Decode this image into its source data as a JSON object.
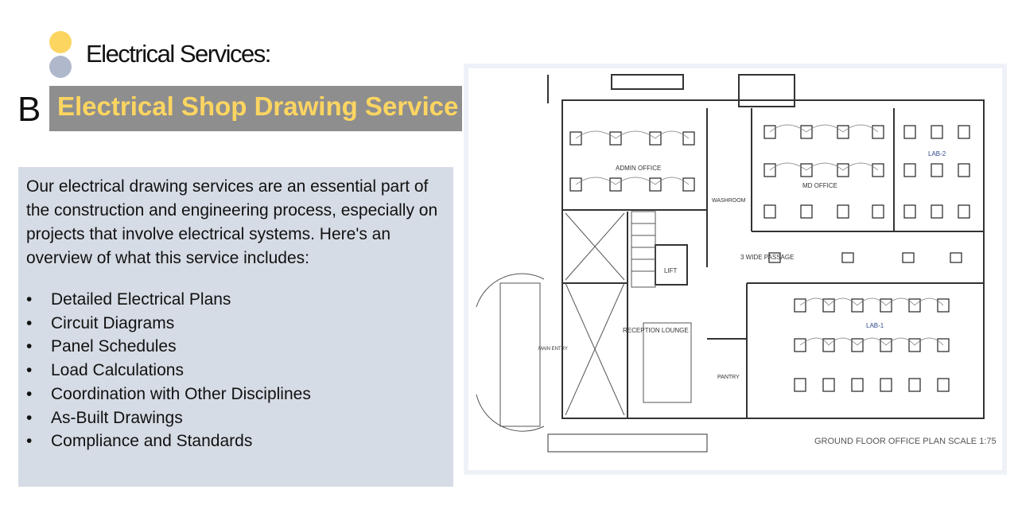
{
  "header": {
    "title": "Electrical Services:",
    "section_letter": "B",
    "banner_title": "Electrical Shop Drawing Service"
  },
  "body": {
    "intro": "Our electrical drawing services are an essential part of the construction and engineering process, especially on projects that involve electrical systems. Here's an overview of what this service includes:",
    "bullet_symbol": "•",
    "bullets": [
      "Detailed Electrical Plans",
      "Circuit Diagrams",
      "Panel Schedules",
      "Load Calculations",
      "Coordination with Other Disciplines",
      "As-Built Drawings",
      "Compliance and Standards"
    ]
  },
  "drawing": {
    "labels": {
      "admin_office": "ADMIN OFFICE",
      "md_office": "MD OFFICE",
      "lab2": "LAB-2",
      "washroom": "WASHROOM",
      "passage": "3 WIDE PASSAGE",
      "lift": "LIFT",
      "reception": "RECEPTION LOUNGE",
      "lab1": "LAB-1",
      "pantry": "PANTRY",
      "main_entry": "MAIN ENTRY",
      "plan_title": "GROUND FLOOR OFFICE PLAN   SCALE 1:75"
    }
  },
  "colors": {
    "accent_yellow": "#fcd561",
    "accent_gray_dot": "#b0b8cc",
    "banner_bg": "#8e8e8e",
    "textbox_bg": "#d6dce5"
  }
}
